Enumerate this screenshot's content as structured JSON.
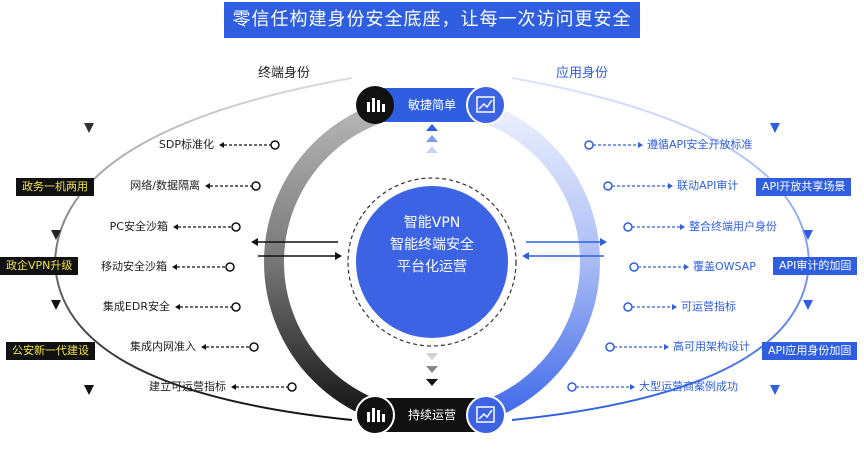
{
  "title": "零信任构建身份安全底座，让每一次访问更安全",
  "left_section": "终端身份",
  "right_section": "应用身份",
  "top_pill": "敏捷简单",
  "bottom_pill": "持续运营",
  "center_lines": [
    "智能VPN",
    "智能终端安全",
    "平台化运营"
  ],
  "left_items": [
    "SDP标准化",
    "网络/数据隔离",
    "PC安全沙箱",
    "移动安全沙箱",
    "集成EDR安全",
    "集成内网准入",
    "建立可运营指标"
  ],
  "right_items": [
    "遵循API安全开放标准",
    "联动API审计",
    "整合终端用户身份",
    "覆盖OWSAP",
    "可运营指标",
    "高可用架构设计",
    "大型运营商案例成功"
  ],
  "left_tags": [
    "政务一机两用",
    "政企VPN升级",
    "公安新一代建设"
  ],
  "right_tags": [
    "API开放共享场景",
    "API审计的加固",
    "API应用身份加固"
  ],
  "colors": {
    "accent": "#2f5fe0",
    "dark": "#111111",
    "tag_text": "#f2e44a"
  },
  "icons": {
    "top_left": "bar-chart-icon",
    "top_right": "trend-chart-icon",
    "bottom_left": "bar-chart-icon",
    "bottom_right": "trend-chart-icon"
  }
}
